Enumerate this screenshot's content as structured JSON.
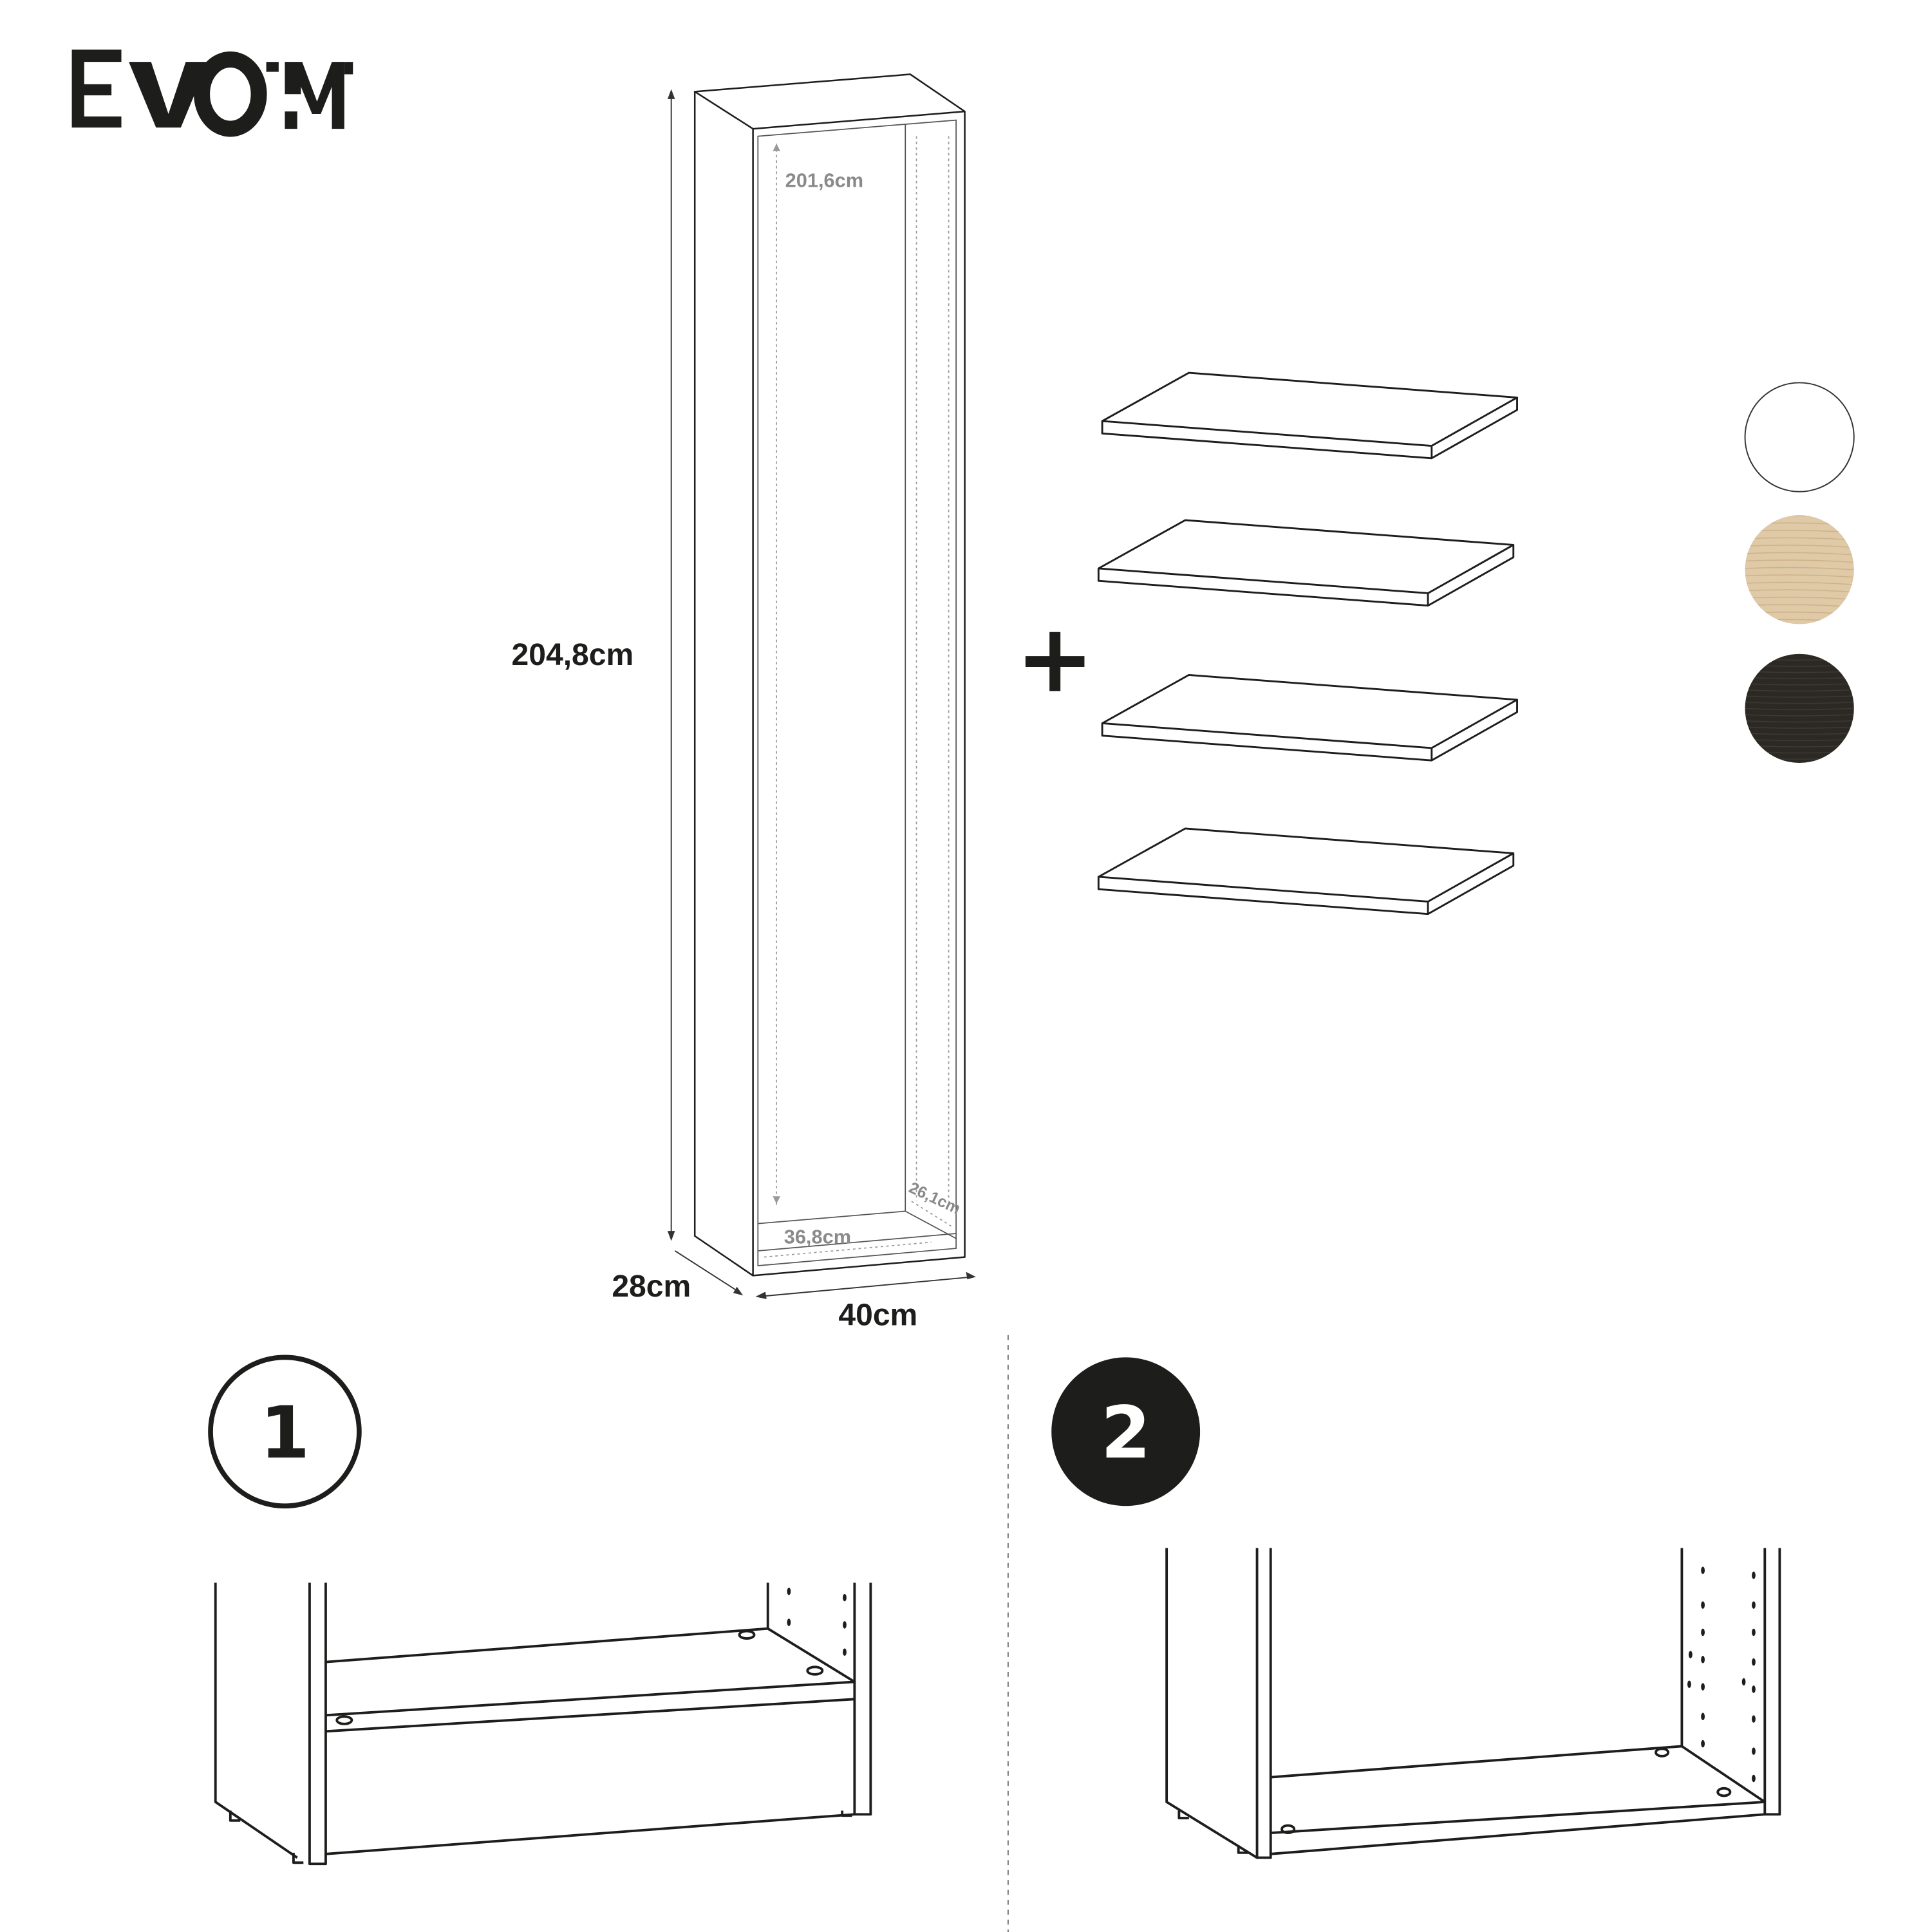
{
  "brand": {
    "logo_text": "EVO'M"
  },
  "cabinet": {
    "height_label": "204,8cm",
    "depth_label": "28cm",
    "width_label": "40cm",
    "inner_height_label": "201,6cm",
    "inner_width_label": "36,8cm",
    "inner_depth_label": "26,1cm"
  },
  "plus_sign": "+",
  "shelves": {
    "count": 4
  },
  "color_swatches": [
    {
      "name": "white",
      "color": "#ffffff"
    },
    {
      "name": "oak",
      "color": "#dfc9a6"
    },
    {
      "name": "dark-wood",
      "color": "#2c2924"
    }
  ],
  "steps": [
    {
      "number": "1",
      "style": "outlined"
    },
    {
      "number": "2",
      "style": "filled"
    }
  ]
}
